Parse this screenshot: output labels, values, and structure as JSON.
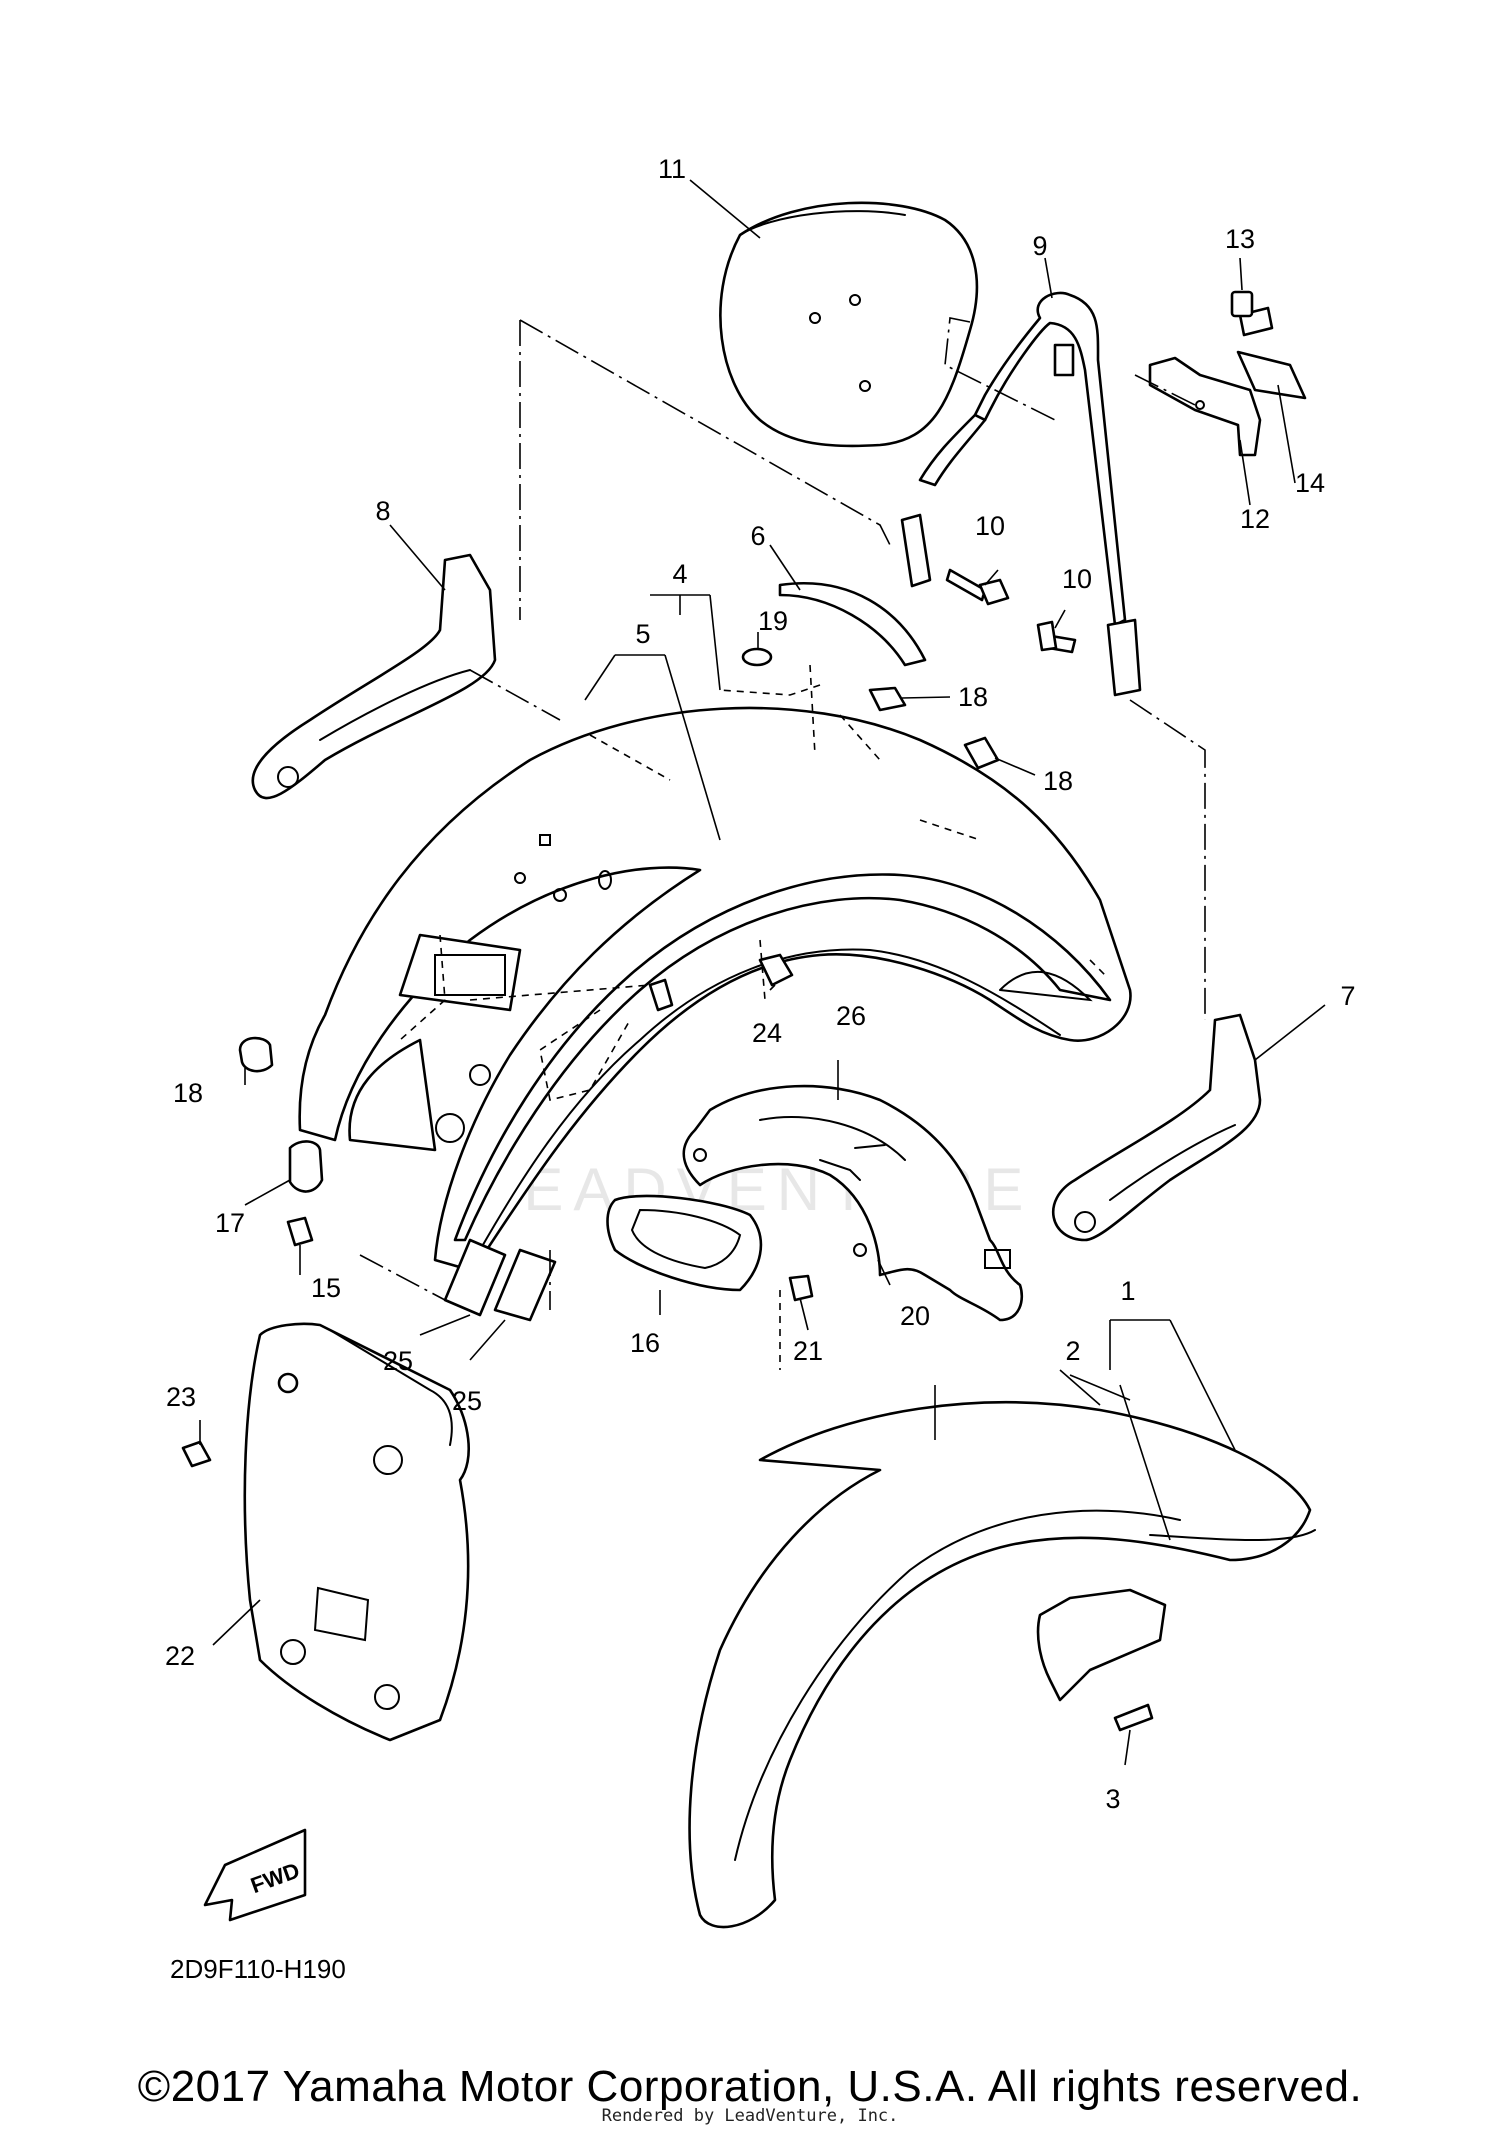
{
  "diagram": {
    "callouts": {
      "c1": "1",
      "c2": "2",
      "c3": "3",
      "c4": "4",
      "c5": "5",
      "c6": "6",
      "c7": "7",
      "c8": "8",
      "c9": "9",
      "c10a": "10",
      "c10b": "10",
      "c11": "11",
      "c12": "12",
      "c13": "13",
      "c14": "14",
      "c15": "15",
      "c16": "16",
      "c17": "17",
      "c18a": "18",
      "c18b": "18",
      "c18c": "18",
      "c19": "19",
      "c20": "20",
      "c21": "21",
      "c22": "22",
      "c23": "23",
      "c24": "24",
      "c25a": "25",
      "c25b": "25",
      "c26": "26"
    },
    "fwd_label": "FWD",
    "diagram_code": "2D9F110-H190",
    "watermark": "LEADVENTURE"
  },
  "footer": {
    "copyright": "©2017 Yamaha Motor Corporation, U.S.A. All rights reserved.",
    "rendered_by": "Rendered by LeadVenture, Inc."
  }
}
